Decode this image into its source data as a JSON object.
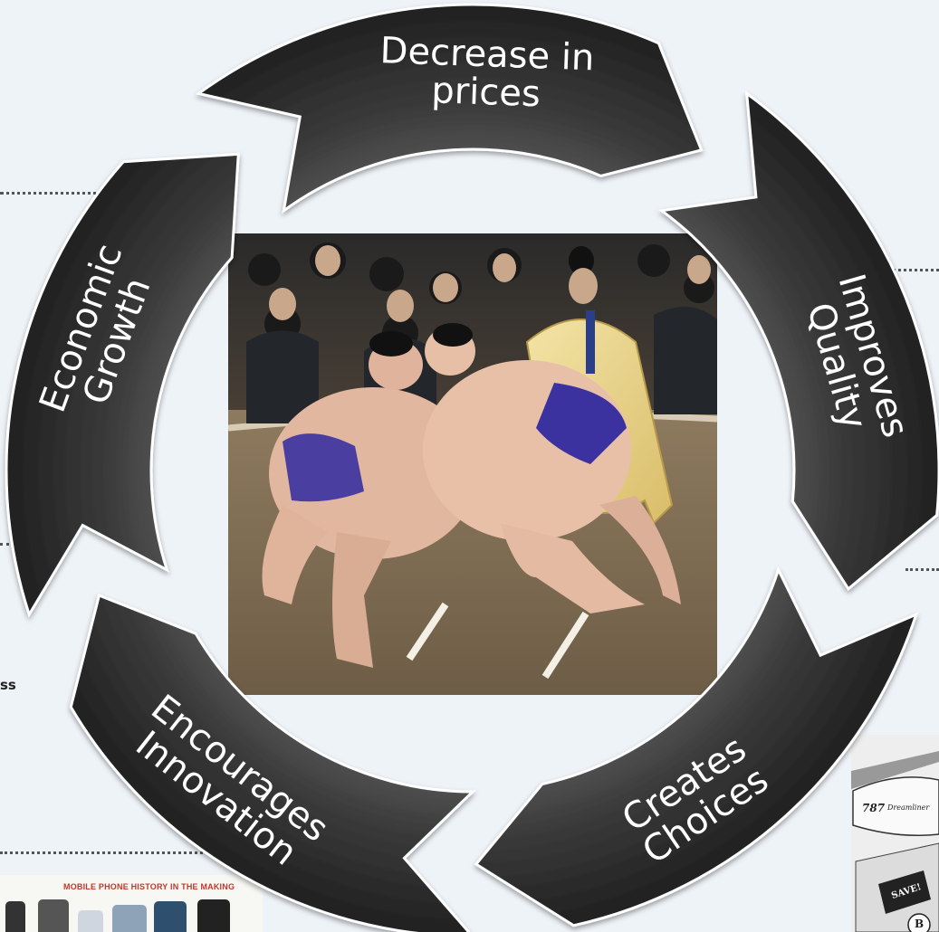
{
  "cycle": {
    "segments": [
      {
        "lines": [
          "Decrease in",
          "prices"
        ]
      },
      {
        "lines": [
          "Improves",
          "Quality"
        ]
      },
      {
        "lines": [
          "Creates",
          "Choices"
        ]
      },
      {
        "lines": [
          "Encourages",
          "Innovation"
        ]
      },
      {
        "lines": [
          "Economic",
          "Growth"
        ]
      }
    ],
    "colors": {
      "arrow_dark": "#2b2b2b",
      "arrow_light": "#6a6a6a",
      "text": "#ffffff"
    }
  },
  "side_fragment": "ss",
  "phone_banner": {
    "title": "MOBILE PHONE HISTORY IN THE MAKING"
  },
  "cartoon": {
    "plane_label": "787",
    "plane_script": "Dreamliner",
    "sign_text": "SAVE!",
    "letter": "B"
  }
}
